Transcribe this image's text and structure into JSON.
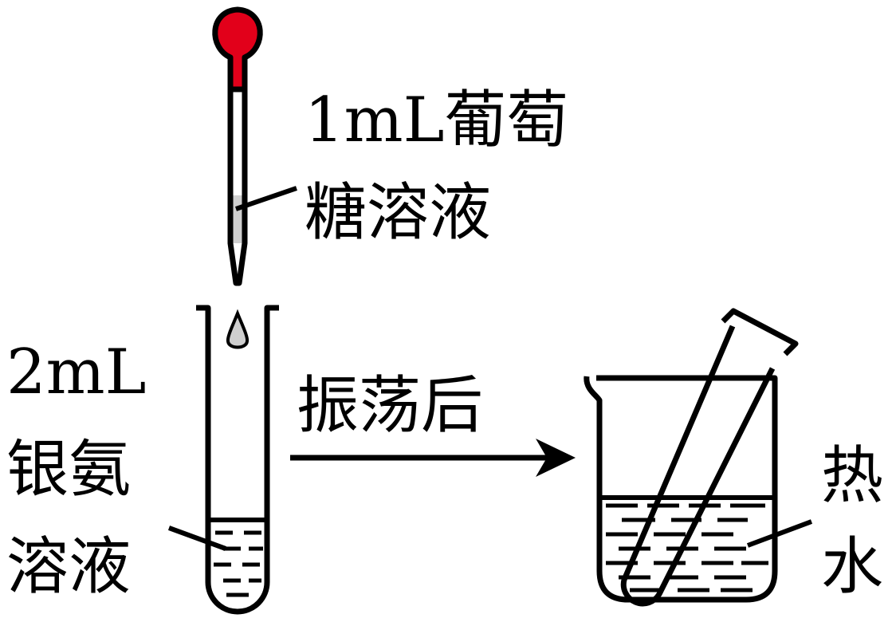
{
  "labels": {
    "dropper_line1": "1mL葡萄",
    "dropper_line2": "糖溶液",
    "tube_line1": "2mL",
    "tube_line2": "银氨",
    "tube_line3": "溶液",
    "arrow_text": "振荡后",
    "water_line1": "热",
    "water_line2": "水"
  },
  "colors": {
    "dropper_bulb": "#e2001a",
    "stroke": "#000000",
    "glucose_liquid": "#cfcfcf"
  }
}
